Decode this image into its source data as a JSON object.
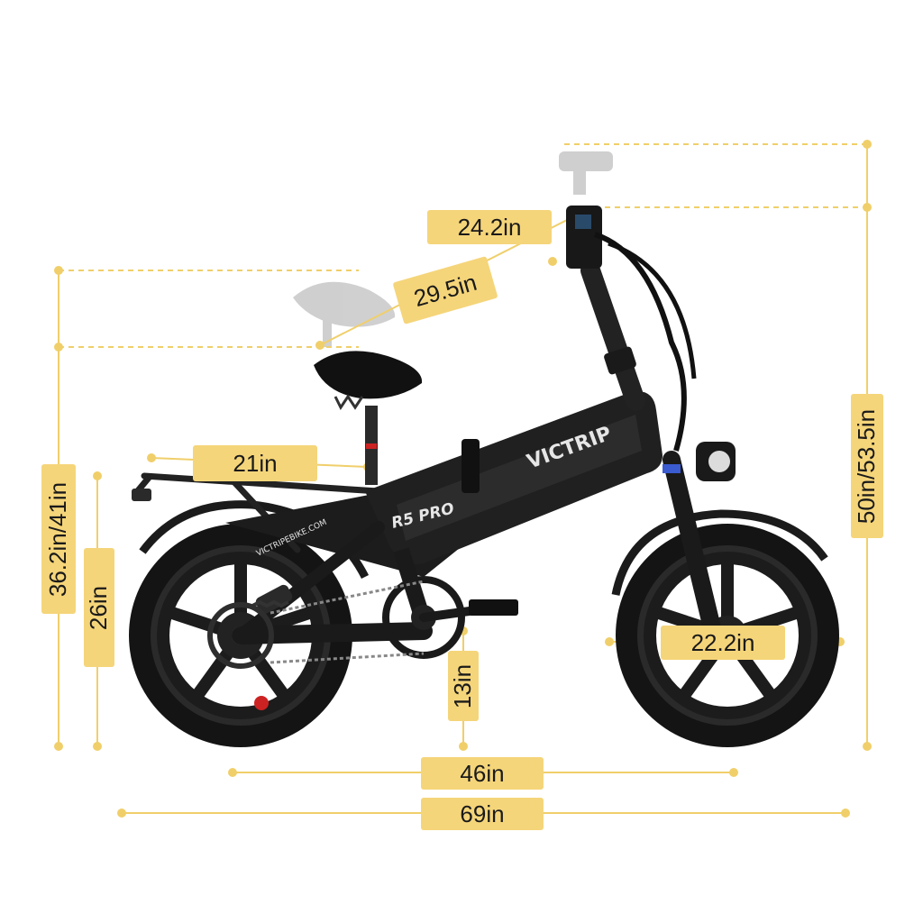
{
  "dimensions": {
    "handlebar_raise": "24.2in",
    "seat_to_bar": "29.5in",
    "rear_rack": "21in",
    "seat_height": "36.2in/41in",
    "rear_axle_height": "26in",
    "pedal_height": "13in",
    "overall_height": "50in/53.5in",
    "wheel_diameter": "22.2in",
    "wheelbase": "46in",
    "overall_length": "69in"
  },
  "bike": {
    "brand_text": "VICTRIP",
    "model_text": "R5 PRO",
    "website_text": "VICTRIPEBIKE.COM"
  },
  "colors": {
    "accent": "#f5d57a",
    "dim_line": "#f0cf6a",
    "frame": "#1c1c1c",
    "tire": "#111111"
  }
}
